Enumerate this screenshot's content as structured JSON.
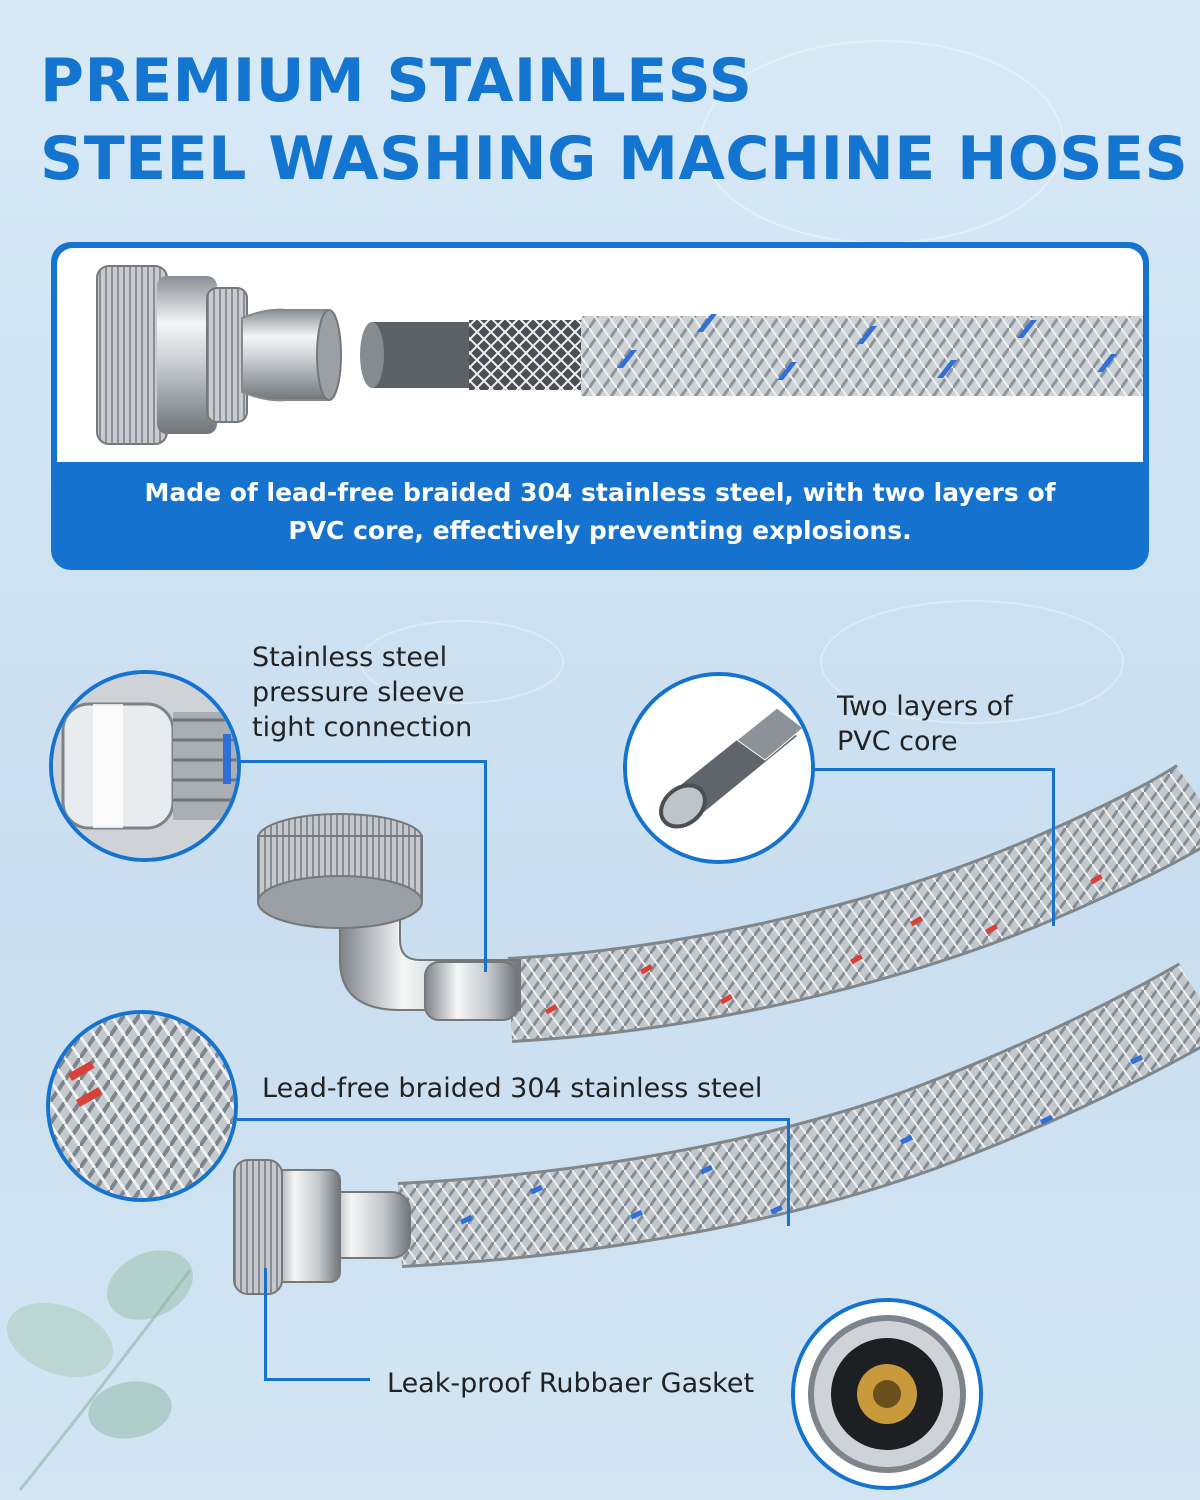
{
  "headline": {
    "line1": "PREMIUM STAINLESS",
    "line2": "STEEL WASHING MACHINE HOSES"
  },
  "panel": {
    "caption_line1": "Made of lead-free braided 304 stainless steel, with two layers of",
    "caption_line2": "PVC core, effectively preventing explosions."
  },
  "callouts": {
    "sleeve": {
      "line1": "Stainless steel",
      "line2": "pressure sleeve",
      "line3": "tight connection"
    },
    "core": {
      "line1": "Two layers of",
      "line2": "PVC core"
    },
    "braid": {
      "text": "Lead-free braided 304 stainless steel"
    },
    "gasket": {
      "text": "Leak-proof Rubbaer Gasket"
    }
  },
  "colors": {
    "brand_blue": "#1573cf",
    "title_blue": "#1375cf",
    "braid_marker_blue": "#2f6fd6",
    "braid_marker_red": "#d9403a"
  }
}
